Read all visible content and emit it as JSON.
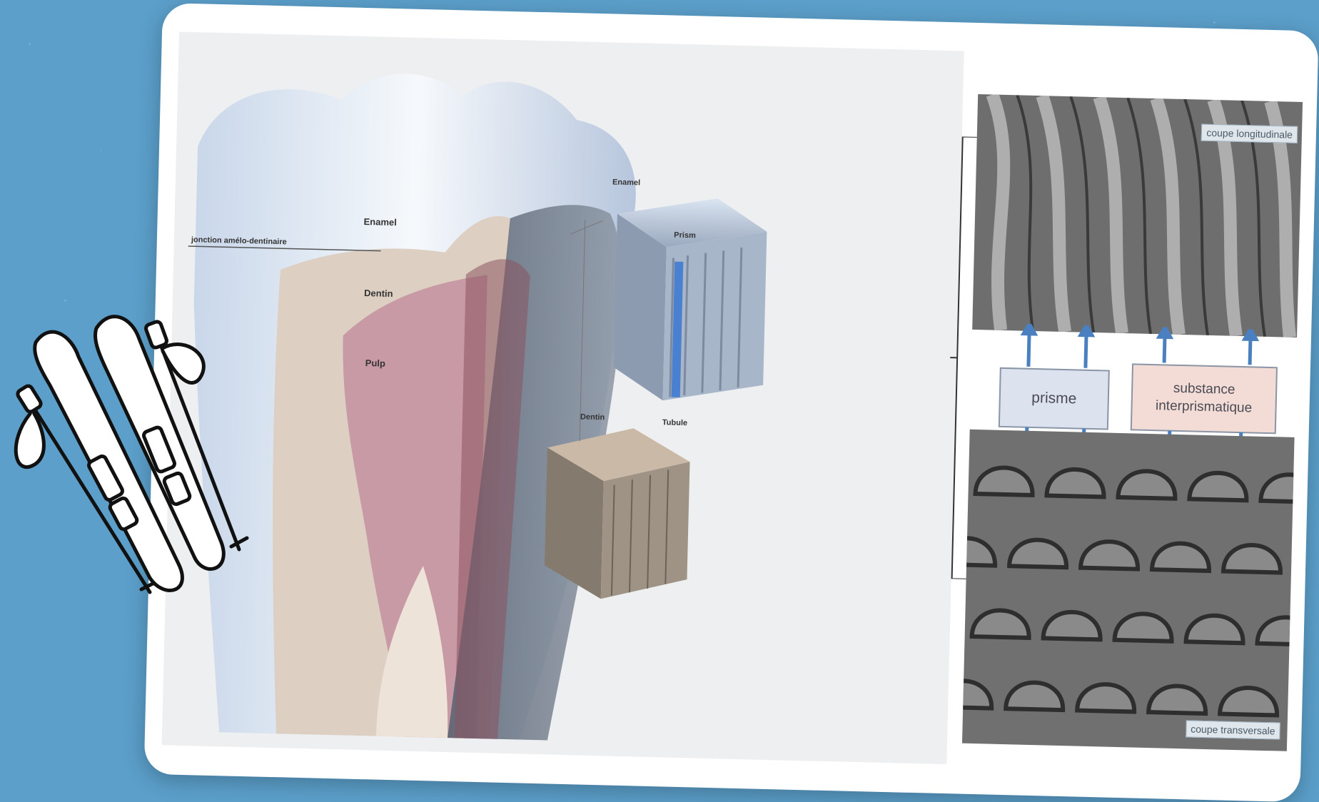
{
  "tooth_diagram": {
    "labels": {
      "enamel_main": "Enamel",
      "junction": "jonction amélo-dentinaire",
      "dentin_main": "Dentin",
      "pulp": "Pulp",
      "enamel_block": "Enamel",
      "prism": "Prism",
      "dentin_block": "Dentin",
      "tubule": "Tubule"
    }
  },
  "micrographs": {
    "top_caption": "coupe longitudinale",
    "bottom_caption": "coupe transversale",
    "term_prism": "prisme",
    "term_interprismatic": "substance interprismatique"
  },
  "colors": {
    "background": "#5b9fca",
    "arrow": "#4a80c0",
    "prism_box": "#dde3ee",
    "interprismatic_box": "#f3dcd6"
  },
  "decoration": {
    "icon": "skis-and-poles-icon"
  }
}
